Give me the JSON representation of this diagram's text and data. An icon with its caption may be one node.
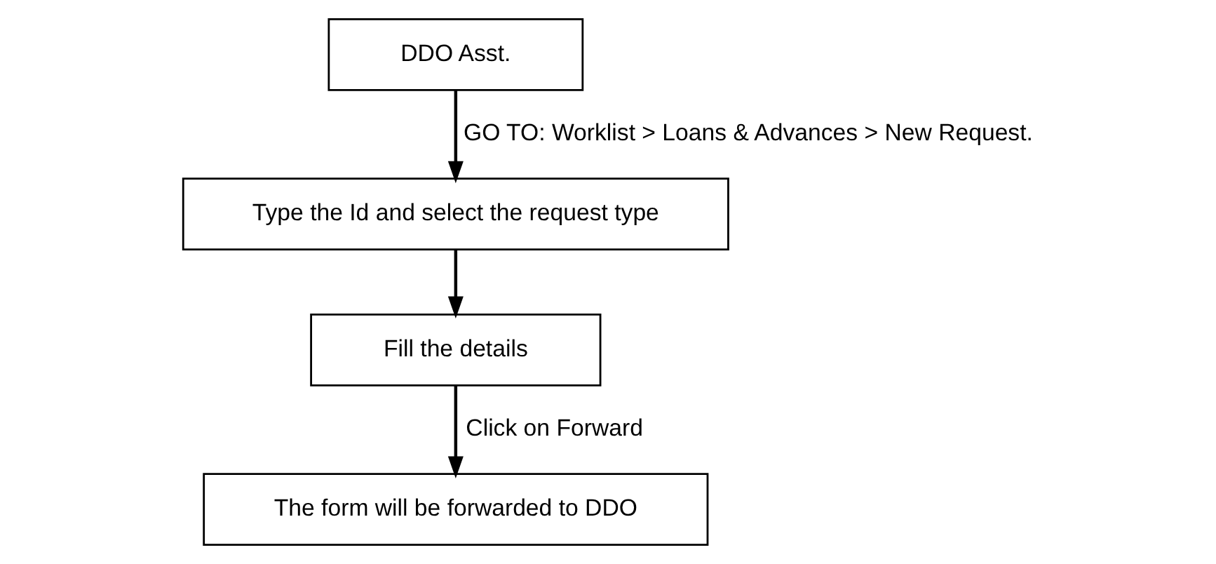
{
  "diagram": {
    "nodes": [
      {
        "text": [
          "DDO Asst."
        ]
      },
      {
        "text": [
          "Type the Id and select the request type"
        ]
      },
      {
        "text": [
          "Fill the details"
        ]
      },
      {
        "text": [
          "The form will be forwarded to DDO"
        ]
      }
    ],
    "edges": [
      {
        "from": 0,
        "to": 1,
        "arrow": "to",
        "label": "GO TO: Worklist > Loans & Advances > New Request."
      },
      {
        "from": 1,
        "to": 2,
        "arrow": "to"
      },
      {
        "from": 2,
        "to": 3,
        "arrow": "to",
        "label": "Click on Forward"
      }
    ]
  }
}
